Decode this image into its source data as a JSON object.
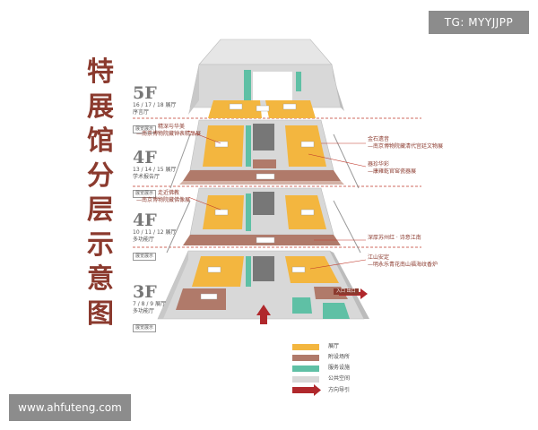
{
  "title_chars": [
    "特",
    "展",
    "馆",
    "分",
    "层",
    "示",
    "意",
    "图"
  ],
  "watermark_top": "TG: MYYJJPP",
  "watermark_bottom": "www.ahfuteng.com",
  "floors": [
    {
      "num": "5F",
      "rooms": "16 / 17 / 18 展厅",
      "hall": "序言厅",
      "tag": "展览展示"
    },
    {
      "num": "4F",
      "rooms": "13 / 14 / 15 展厅",
      "hall": "学术报告厅",
      "tag": "展览展示"
    },
    {
      "num": "4F",
      "rooms": "10 / 11 / 12 展厅",
      "hall": "多功能厅",
      "tag": "展览展示"
    },
    {
      "num": "3F",
      "rooms": "7 / 8 / 9 展厅",
      "hall": "多功能厅",
      "tag": "展览展示"
    }
  ],
  "annotations": [
    {
      "line1": "精深与华美",
      "line2": "—南京博物院藏钟表精品展"
    },
    {
      "line1": "金石遗音",
      "line2": "—南京博物院藏清代宫廷文物展"
    },
    {
      "line1": "器珍华彩",
      "line2": "—康雍乾官窑瓷器展"
    },
    {
      "line1": "走近佛教",
      "line2": "—南京博物院藏佛像展"
    },
    {
      "line1": "深厚苏州红 · 诗意江南",
      "line2": ""
    },
    {
      "line1": "江山安定",
      "line2": "—明永乐青花南山福海纹香炉"
    }
  ],
  "legend": [
    {
      "label": "展厅",
      "color": "#f3b63f"
    },
    {
      "label": "附设场所",
      "color": "#b07a6a"
    },
    {
      "label": "服务设施",
      "color": "#5fc0a5"
    },
    {
      "label": "公共空间",
      "color": "#d8d8d8"
    },
    {
      "label": "方向导引",
      "color": "#b0282c"
    }
  ],
  "colors": {
    "exhibition": "#f3b63f",
    "ancillary": "#b07a6a",
    "service": "#5fc0a5",
    "public": "#d8d8d8",
    "direction": "#b0282c",
    "dashed": "#c0392b",
    "title": "#8b3a2e"
  },
  "entrance_pill": "入口 出口"
}
